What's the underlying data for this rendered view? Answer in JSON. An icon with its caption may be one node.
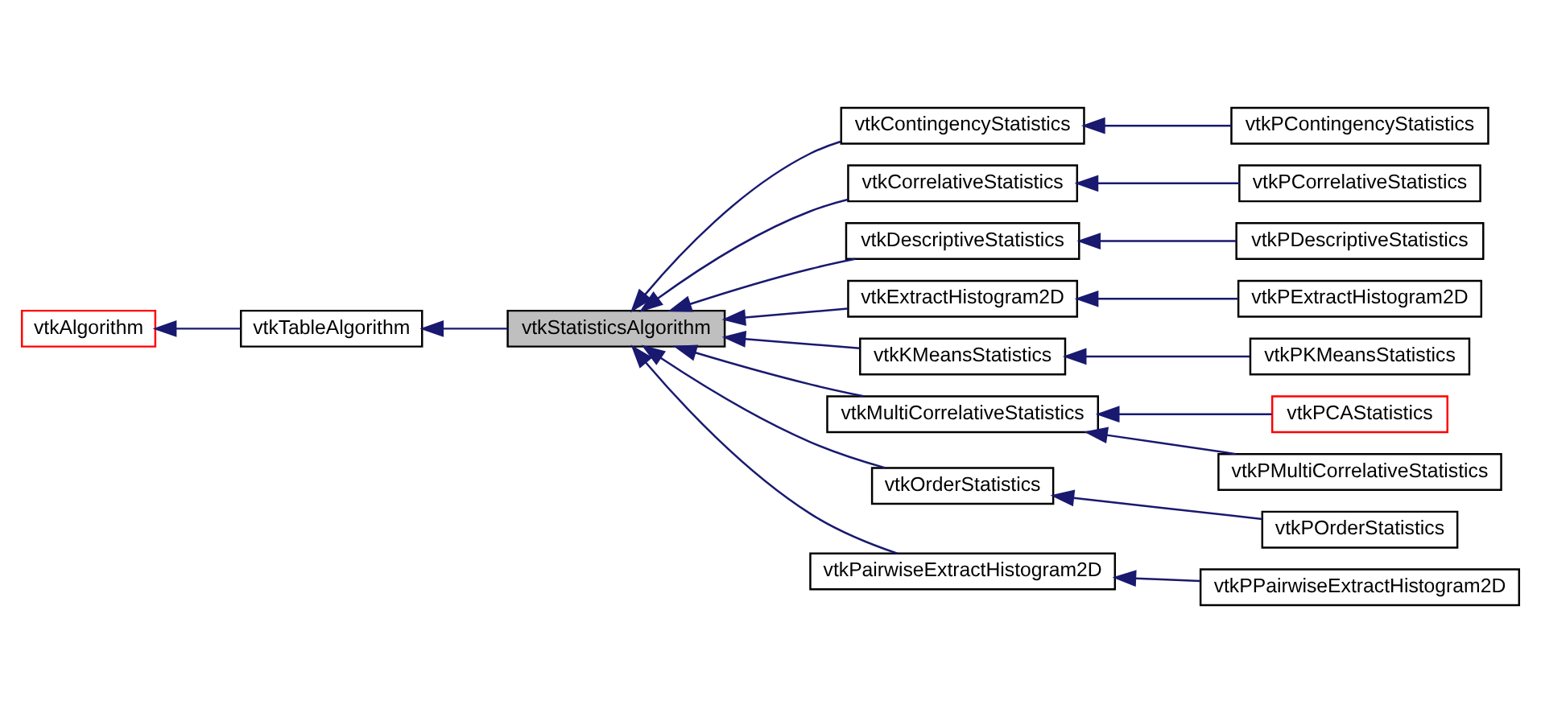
{
  "diagram": {
    "nodes": [
      {
        "text": [
          "vtkAlgorithm"
        ]
      },
      {
        "text": [
          "vtkTableAlgorithm"
        ]
      },
      {
        "text": [
          "vtkStatisticsAlgorithm"
        ]
      },
      {
        "text": [
          "vtkContingencyStatistics"
        ]
      },
      {
        "text": [
          "vtkCorrelativeStatistics"
        ]
      },
      {
        "text": [
          "vtkDescriptiveStatistics"
        ]
      },
      {
        "text": [
          "vtkExtractHistogram2D"
        ]
      },
      {
        "text": [
          "vtkKMeansStatistics"
        ]
      },
      {
        "text": [
          "vtkMultiCorrelativeStatistics"
        ]
      },
      {
        "text": [
          "vtkOrderStatistics"
        ]
      },
      {
        "text": [
          "vtkPairwiseExtractHistogram2D"
        ]
      },
      {
        "text": [
          "vtkPContingencyStatistics"
        ]
      },
      {
        "text": [
          "vtkPCorrelativeStatistics"
        ]
      },
      {
        "text": [
          "vtkPDescriptiveStatistics"
        ]
      },
      {
        "text": [
          "vtkPExtractHistogram2D"
        ]
      },
      {
        "text": [
          "vtkPKMeansStatistics"
        ]
      },
      {
        "text": [
          "vtkPCAStatistics"
        ]
      },
      {
        "text": [
          "vtkPMultiCorrelativeStatistics"
        ]
      },
      {
        "text": [
          "vtkPOrderStatistics"
        ]
      },
      {
        "text": [
          "vtkPPairwiseExtractHistogram2D"
        ]
      }
    ],
    "edges": [
      {
        "from": 1,
        "to": 0,
        "arrow": "to"
      },
      {
        "from": 2,
        "to": 1,
        "arrow": "to"
      },
      {
        "from": 3,
        "to": 2,
        "arrow": "to"
      },
      {
        "from": 4,
        "to": 2,
        "arrow": "to"
      },
      {
        "from": 5,
        "to": 2,
        "arrow": "to"
      },
      {
        "from": 6,
        "to": 2,
        "arrow": "to"
      },
      {
        "from": 7,
        "to": 2,
        "arrow": "to"
      },
      {
        "from": 8,
        "to": 2,
        "arrow": "to"
      },
      {
        "from": 9,
        "to": 2,
        "arrow": "to"
      },
      {
        "from": 10,
        "to": 2,
        "arrow": "to"
      },
      {
        "from": 11,
        "to": 3,
        "arrow": "to"
      },
      {
        "from": 12,
        "to": 4,
        "arrow": "to"
      },
      {
        "from": 13,
        "to": 5,
        "arrow": "to"
      },
      {
        "from": 14,
        "to": 6,
        "arrow": "to"
      },
      {
        "from": 15,
        "to": 7,
        "arrow": "to"
      },
      {
        "from": 16,
        "to": 8,
        "arrow": "to"
      },
      {
        "from": 17,
        "to": 8,
        "arrow": "to"
      },
      {
        "from": 18,
        "to": 9,
        "arrow": "to"
      },
      {
        "from": 19,
        "to": 10,
        "arrow": "to"
      }
    ]
  }
}
